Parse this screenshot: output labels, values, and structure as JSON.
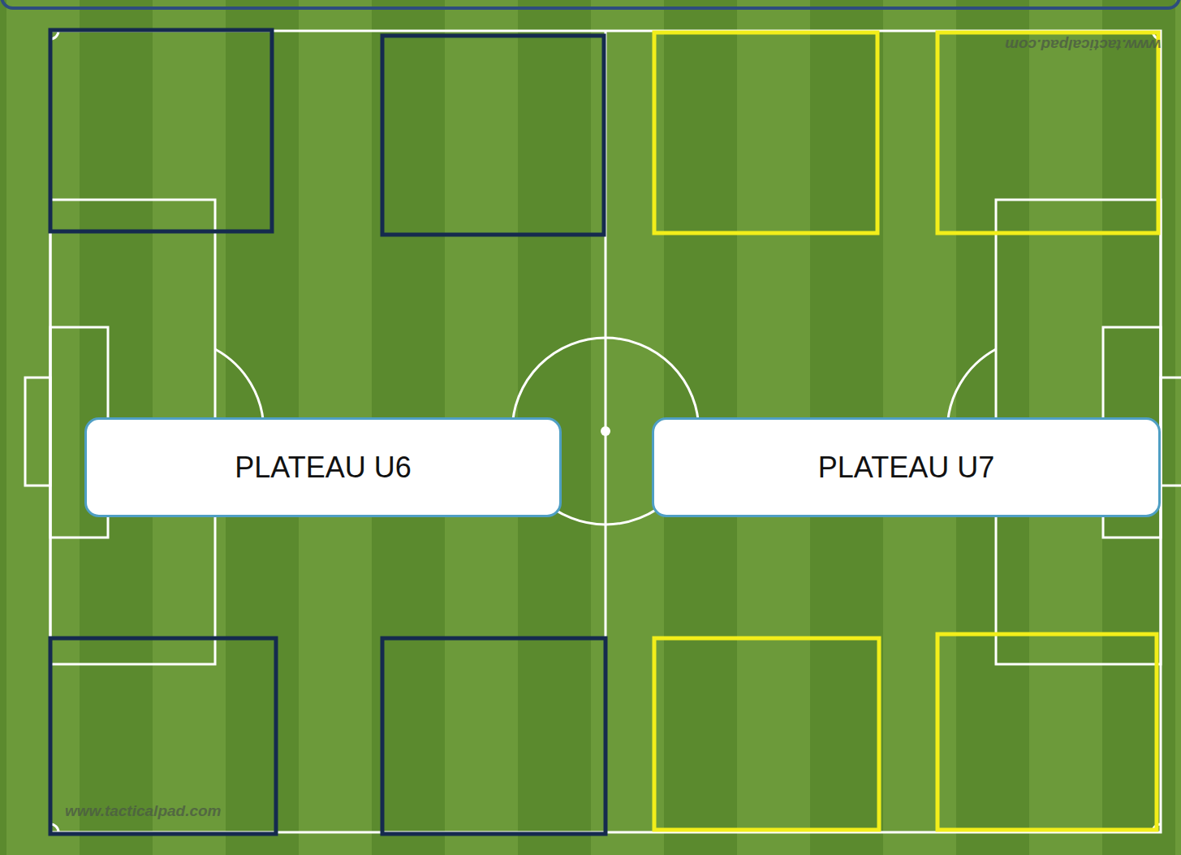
{
  "diagram": {
    "nodes": [
      {
        "text": [
          "PLATEAU U6"
        ]
      },
      {
        "text": [
          "PLATEAU U7"
        ]
      }
    ],
    "labels": [
      "www.tacticalpad.com",
      "www.tacticalpad.com"
    ]
  }
}
